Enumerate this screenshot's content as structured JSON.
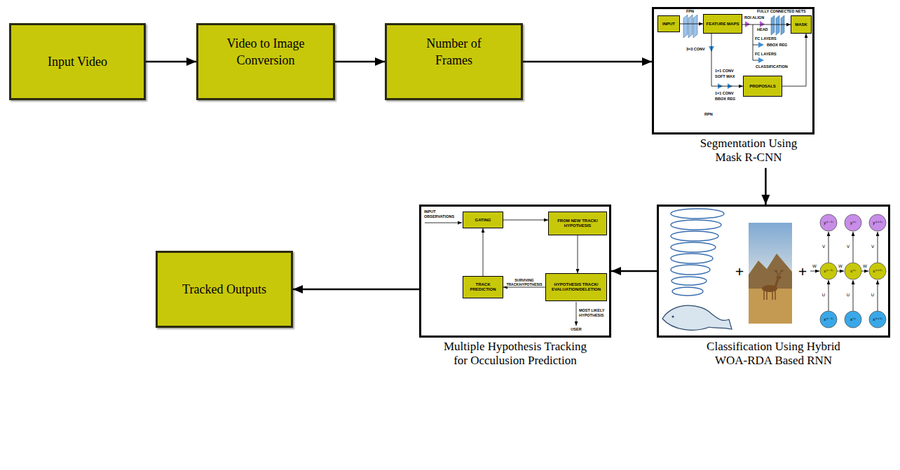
{
  "diagram": {
    "nodes": [
      {
        "text": [
          "Input Video"
        ]
      },
      {
        "text": [
          "Video to Image Conversion"
        ]
      },
      {
        "text": [
          "Number of Frames"
        ]
      },
      {
        "text": [
          "Segmentation Using Mask R-CNN"
        ]
      },
      {
        "text": [
          "INPUT"
        ],
        "in": 3
      },
      {
        "text": [
          "FEATURE MAPS"
        ],
        "in": 3
      },
      {
        "text": [
          "PROPOSALS"
        ],
        "in": 3
      },
      {
        "text": [
          "MASK"
        ],
        "in": 3
      },
      {
        "text": [
          "Tracked Outputs"
        ]
      },
      {
        "text": [
          "Multiple Hypothesis Tracking for Occulusion Prediction"
        ]
      },
      {
        "text": [
          "GATING"
        ],
        "in": 9
      },
      {
        "text": [
          "FROM NEW TRACK/ HYPOTHESIS"
        ],
        "in": 9
      },
      {
        "text": [
          "TRACK PREDICTION"
        ],
        "in": 9
      },
      {
        "text": [
          "HYPOTHESIS TRACK/ EVALUATION/DELETION"
        ],
        "in": 9
      },
      {
        "text": [
          "Classification Using Hybrid WOA-RDA Based RNN"
        ]
      }
    ],
    "edges": [
      {
        "from": 0,
        "to": 1,
        "arrow": "to"
      },
      {
        "from": 1,
        "to": 2,
        "arrow": "to"
      },
      {
        "from": 2,
        "to": 3,
        "arrow": "to"
      },
      {
        "from": 3,
        "to": 14,
        "arrow": "to"
      },
      {
        "from": 14,
        "to": 9,
        "arrow": "to"
      },
      {
        "from": 9,
        "to": 8,
        "arrow": "to"
      },
      {
        "from": 4,
        "to": 5,
        "arrow": "to"
      },
      {
        "from": 5,
        "to": 7,
        "arrow": "to"
      },
      {
        "from": 5,
        "to": 6,
        "arrow": "to"
      },
      {
        "from": 6,
        "to": 7,
        "arrow": "to"
      },
      {
        "from": 10,
        "to": 11,
        "arrow": "to"
      },
      {
        "from": 11,
        "to": 13,
        "arrow": "to"
      },
      {
        "from": 13,
        "to": 12,
        "label": "SURVIVING TRACK/HYPOTHESIS",
        "arrow": "to"
      },
      {
        "from": 12,
        "to": 10,
        "arrow": "to"
      }
    ],
    "labels": [
      "FPN",
      "FULLY CONNECTED NETS",
      "ROI ALIGN",
      "HEAD",
      "FC LAYERS",
      "BBOX REG",
      "FC LAYERS",
      "CLASSIFICATION",
      "1×1 CONV",
      "3×3 CONV",
      "SOFT MAX",
      "1×1 CONV",
      "BBOX REG",
      "RPN",
      "INPUT OBSERVATIONS",
      "MOST LIKELY HYPOTHESIS",
      "USER",
      "+",
      "+",
      "y⁽ᵗ⁻¹⁾",
      "y⁽ᵗ⁾",
      "y⁽ᵗ⁺¹⁾",
      "V",
      "V",
      "V",
      "W",
      "W",
      "W",
      "s⁽ᵗ⁻¹⁾",
      "s⁽ᵗ⁾",
      "s⁽ᵗ⁺¹⁾",
      "U",
      "U",
      "U",
      "x⁽ᵗ⁻¹⁾",
      "x⁽ᵗ⁾",
      "x⁽ᵗ⁺¹⁾"
    ]
  }
}
